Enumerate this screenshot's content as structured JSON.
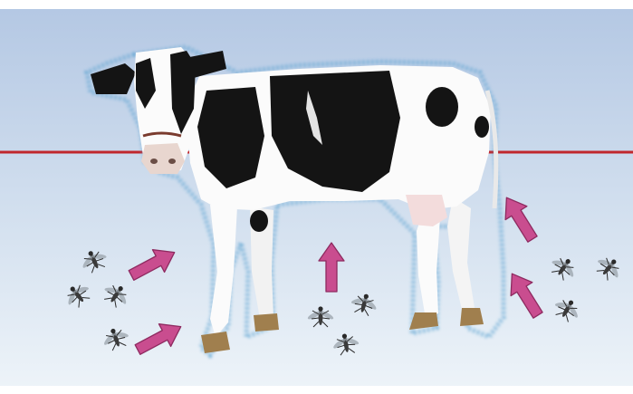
{
  "scene": {
    "colors": {
      "sky_top": "#b3c7e3",
      "sky_bottom": "#eef4f9",
      "red_line": "#c0272d",
      "arrow_fill": "#c94d8f",
      "arrow_edge": "#8e2a60",
      "cow_black": "#141414",
      "cow_white": "#fbfbfb",
      "halo": "#5aa2d0",
      "fly": "#3a3a3a"
    },
    "icons": [
      "cow-illustration",
      "fly-icon",
      "arrow-icon",
      "horizontal-red-line"
    ],
    "fly_count": 10,
    "arrow_count": 5
  }
}
